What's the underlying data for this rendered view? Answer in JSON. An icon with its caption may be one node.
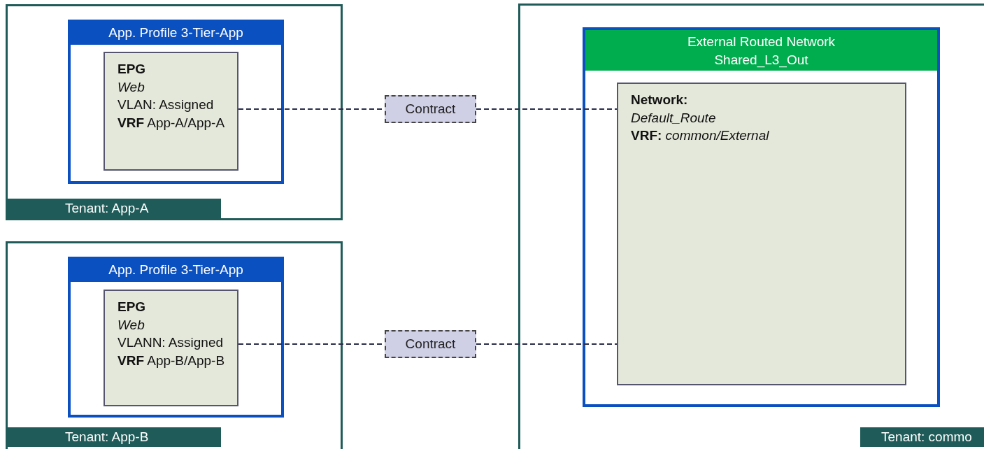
{
  "diagram": {
    "nodes": [
      {
        "text": [
          "Tenant: App-A"
        ]
      },
      {
        "text": [
          "App. Profile 3-Tier-App"
        ],
        "in": 0
      },
      {
        "text": [
          "EPG",
          "Web",
          "VLAN: Assigned",
          "**VRF** App-A/App-A"
        ],
        "in": 1
      },
      {
        "text": [
          "Tenant: App-B"
        ]
      },
      {
        "text": [
          "App. Profile 3-Tier-App"
        ],
        "in": 3
      },
      {
        "text": [
          "EPG",
          "Web",
          "VLANN: Assigned",
          "**VRF** App-B/App-B"
        ],
        "in": 4
      },
      {
        "text": [
          "Tenant: commo"
        ]
      },
      {
        "text": [
          "External Routed Network Shared_L3_Out"
        ],
        "in": 6
      },
      {
        "text": [
          "Network:",
          "Default_Route",
          "**VRF:** *common/External*"
        ],
        "in": 7
      },
      {
        "text": [
          "Contract"
        ]
      },
      {
        "text": [
          "Contract"
        ]
      }
    ],
    "edges": [
      {
        "from": 2,
        "to": 9,
        "arrow": "none",
        "style": "dashed"
      },
      {
        "from": 9,
        "to": 8,
        "arrow": "none",
        "style": "dashed"
      },
      {
        "from": 5,
        "to": 10,
        "arrow": "none",
        "style": "dashed"
      },
      {
        "from": 10,
        "to": 8,
        "arrow": "none",
        "style": "dashed"
      }
    ]
  }
}
